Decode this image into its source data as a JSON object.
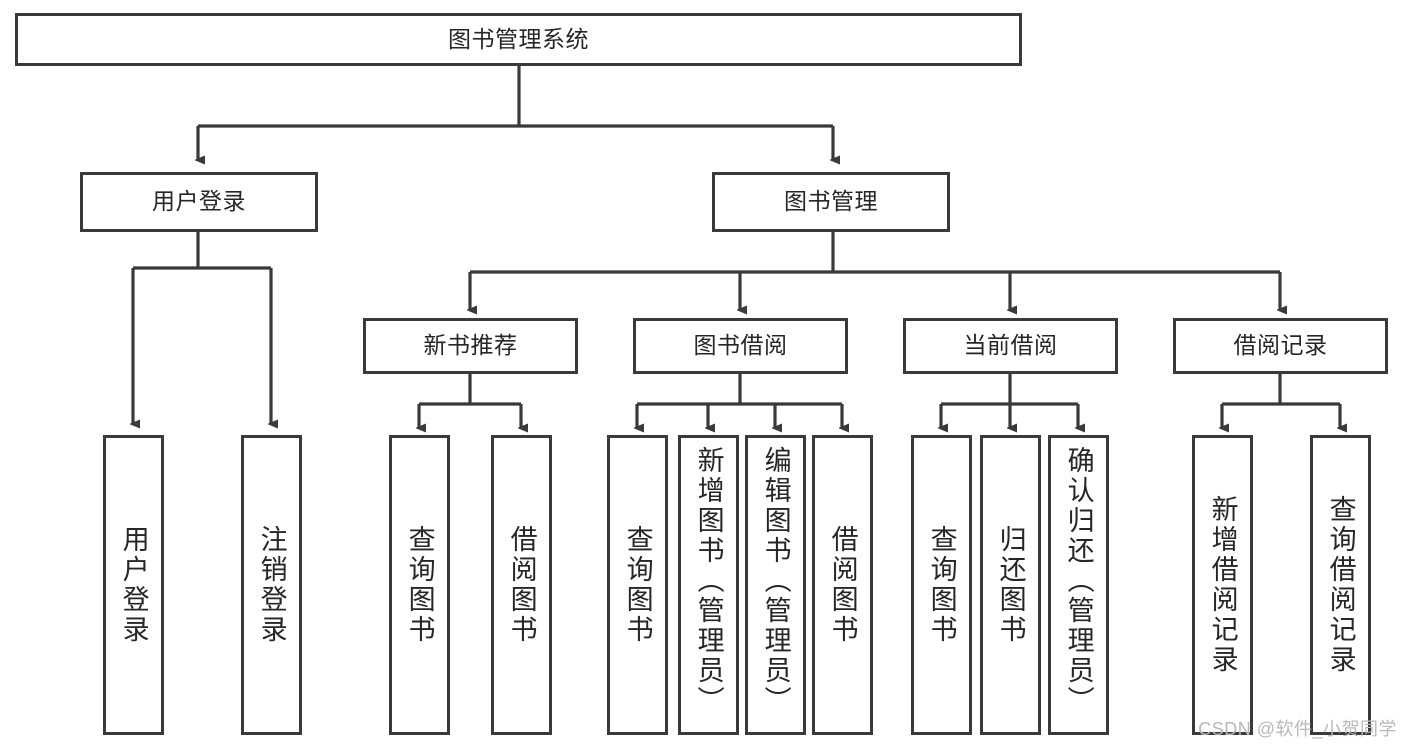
{
  "diagram": {
    "title": "图书管理系统",
    "type": "tree-hierarchy",
    "watermark": "CSDN @软件_小贺同学",
    "colors": {
      "stroke": "#3a3a3a",
      "fill": "#ffffff",
      "text": "#262626",
      "watermark": "#b9b9b9",
      "background": "#ffffff"
    },
    "nodes": {
      "root": {
        "label": "图书管理系统"
      },
      "level2": [
        {
          "id": "user-login",
          "label": "用户登录"
        },
        {
          "id": "book-management",
          "label": "图书管理"
        }
      ],
      "level3": [
        {
          "id": "new-book-recommend",
          "label": "新书推荐"
        },
        {
          "id": "book-borrow",
          "label": "图书借阅"
        },
        {
          "id": "current-borrow",
          "label": "当前借阅"
        },
        {
          "id": "borrow-record",
          "label": "借阅记录"
        }
      ],
      "leaves_user_login": [
        {
          "id": "leaf-user-login",
          "label": "用户登录"
        },
        {
          "id": "leaf-logout",
          "label": "注销登录"
        }
      ],
      "leaves_new_book": [
        {
          "id": "leaf-query-book-1",
          "label": "查询图书"
        },
        {
          "id": "leaf-borrow-book-1",
          "label": "借阅图书"
        }
      ],
      "leaves_book_borrow": [
        {
          "id": "leaf-query-book-2",
          "label": "查询图书"
        },
        {
          "id": "leaf-add-book",
          "label": "新增图书（管理员）"
        },
        {
          "id": "leaf-edit-book",
          "label": "编辑图书（管理员）"
        },
        {
          "id": "leaf-borrow-book-2",
          "label": "借阅图书"
        }
      ],
      "leaves_current_borrow": [
        {
          "id": "leaf-query-book-3",
          "label": "查询图书"
        },
        {
          "id": "leaf-return-book",
          "label": "归还图书"
        },
        {
          "id": "leaf-confirm-return",
          "label": "确认归还（管理员）"
        }
      ],
      "leaves_borrow_record": [
        {
          "id": "leaf-add-record",
          "label": "新增借阅记录"
        },
        {
          "id": "leaf-query-record",
          "label": "查询借阅记录"
        }
      ]
    }
  }
}
